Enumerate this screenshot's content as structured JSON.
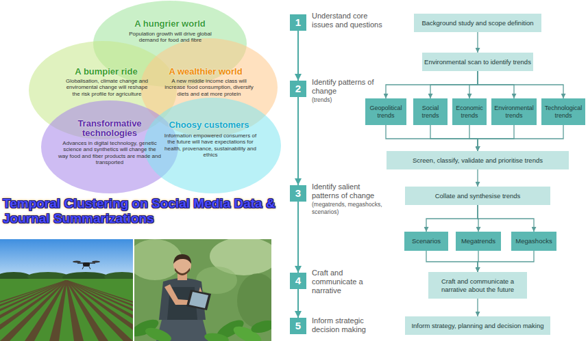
{
  "diagram": {
    "nodes": [
      {
        "text": [
          "A hungrier world",
          "Population growth will drive global demand for food and fibre"
        ]
      },
      {
        "text": [
          "A bumpier ride",
          "Globalisation, climate change and enviromental change will reshape the risk profile for agriculture"
        ]
      },
      {
        "text": [
          "A wealthier world",
          "A new middle income class will increase food consumption, diversify diets and eat more protein"
        ]
      },
      {
        "text": [
          "Transformative technologies",
          "Advances in digital technology, genetic science and synthetics will change the way food and fiber products are made and transported"
        ]
      },
      {
        "text": [
          "Choosy customers",
          "Information empowered consumers of the future will have expectations for health, provenance, sustainability and ethics"
        ]
      },
      {
        "text": [
          "1",
          "Understand core issues and questions"
        ]
      },
      {
        "text": [
          "2",
          "Identify patterns of change",
          "(trends)"
        ]
      },
      {
        "text": [
          "3",
          "Identify salient patterns of change",
          "(megatrends, megashocks, scenarios)"
        ]
      },
      {
        "text": [
          "4",
          "Craft and communicate a narrative"
        ]
      },
      {
        "text": [
          "5",
          "Inform strategic decision making"
        ]
      },
      {
        "text": [
          "Background study and scope definition"
        ]
      },
      {
        "text": [
          "Environmental scan to identify trends"
        ]
      },
      {
        "text": [
          "Geopolitical trends"
        ]
      },
      {
        "text": [
          "Social trends"
        ]
      },
      {
        "text": [
          "Economic trends"
        ]
      },
      {
        "text": [
          "Environmental trends"
        ]
      },
      {
        "text": [
          "Technological trends"
        ]
      },
      {
        "text": [
          "Screen, classify, validate and prioritise trends"
        ]
      },
      {
        "text": [
          "Collate and synthesise trends"
        ]
      },
      {
        "text": [
          "Scenarios"
        ]
      },
      {
        "text": [
          "Megatrends"
        ]
      },
      {
        "text": [
          "Megashocks"
        ]
      },
      {
        "text": [
          "Craft and communicate a narrative about the future"
        ]
      },
      {
        "text": [
          "Inform strategy, planning and decision making"
        ]
      }
    ],
    "edges": [
      {
        "from": 5,
        "to": 6,
        "arrow": "to"
      },
      {
        "from": 6,
        "to": 7,
        "arrow": "to"
      },
      {
        "from": 7,
        "to": 8,
        "arrow": "to"
      },
      {
        "from": 8,
        "to": 9,
        "arrow": "to"
      },
      {
        "from": 10,
        "to": 11,
        "arrow": "to"
      },
      {
        "from": 11,
        "to": 12,
        "arrow": "to"
      },
      {
        "from": 11,
        "to": 13,
        "arrow": "to"
      },
      {
        "from": 11,
        "to": 14,
        "arrow": "to"
      },
      {
        "from": 11,
        "to": 15,
        "arrow": "to"
      },
      {
        "from": 11,
        "to": 16,
        "arrow": "to"
      },
      {
        "from": 12,
        "to": 17,
        "arrow": "to"
      },
      {
        "from": 13,
        "to": 17,
        "arrow": "to"
      },
      {
        "from": 14,
        "to": 17,
        "arrow": "to"
      },
      {
        "from": 15,
        "to": 17,
        "arrow": "to"
      },
      {
        "from": 16,
        "to": 17,
        "arrow": "to"
      },
      {
        "from": 17,
        "to": 18,
        "arrow": "to"
      },
      {
        "from": 18,
        "to": 19,
        "arrow": "to"
      },
      {
        "from": 18,
        "to": 20,
        "arrow": "to"
      },
      {
        "from": 18,
        "to": 21,
        "arrow": "to"
      },
      {
        "from": 19,
        "to": 22,
        "arrow": "to"
      },
      {
        "from": 20,
        "to": 22,
        "arrow": "to"
      },
      {
        "from": 21,
        "to": 22,
        "arrow": "to"
      },
      {
        "from": 22,
        "to": 23,
        "arrow": "to"
      }
    ],
    "labels": [
      "Temporal Clustering on Social Media Data & Journal Summarizations"
    ]
  }
}
